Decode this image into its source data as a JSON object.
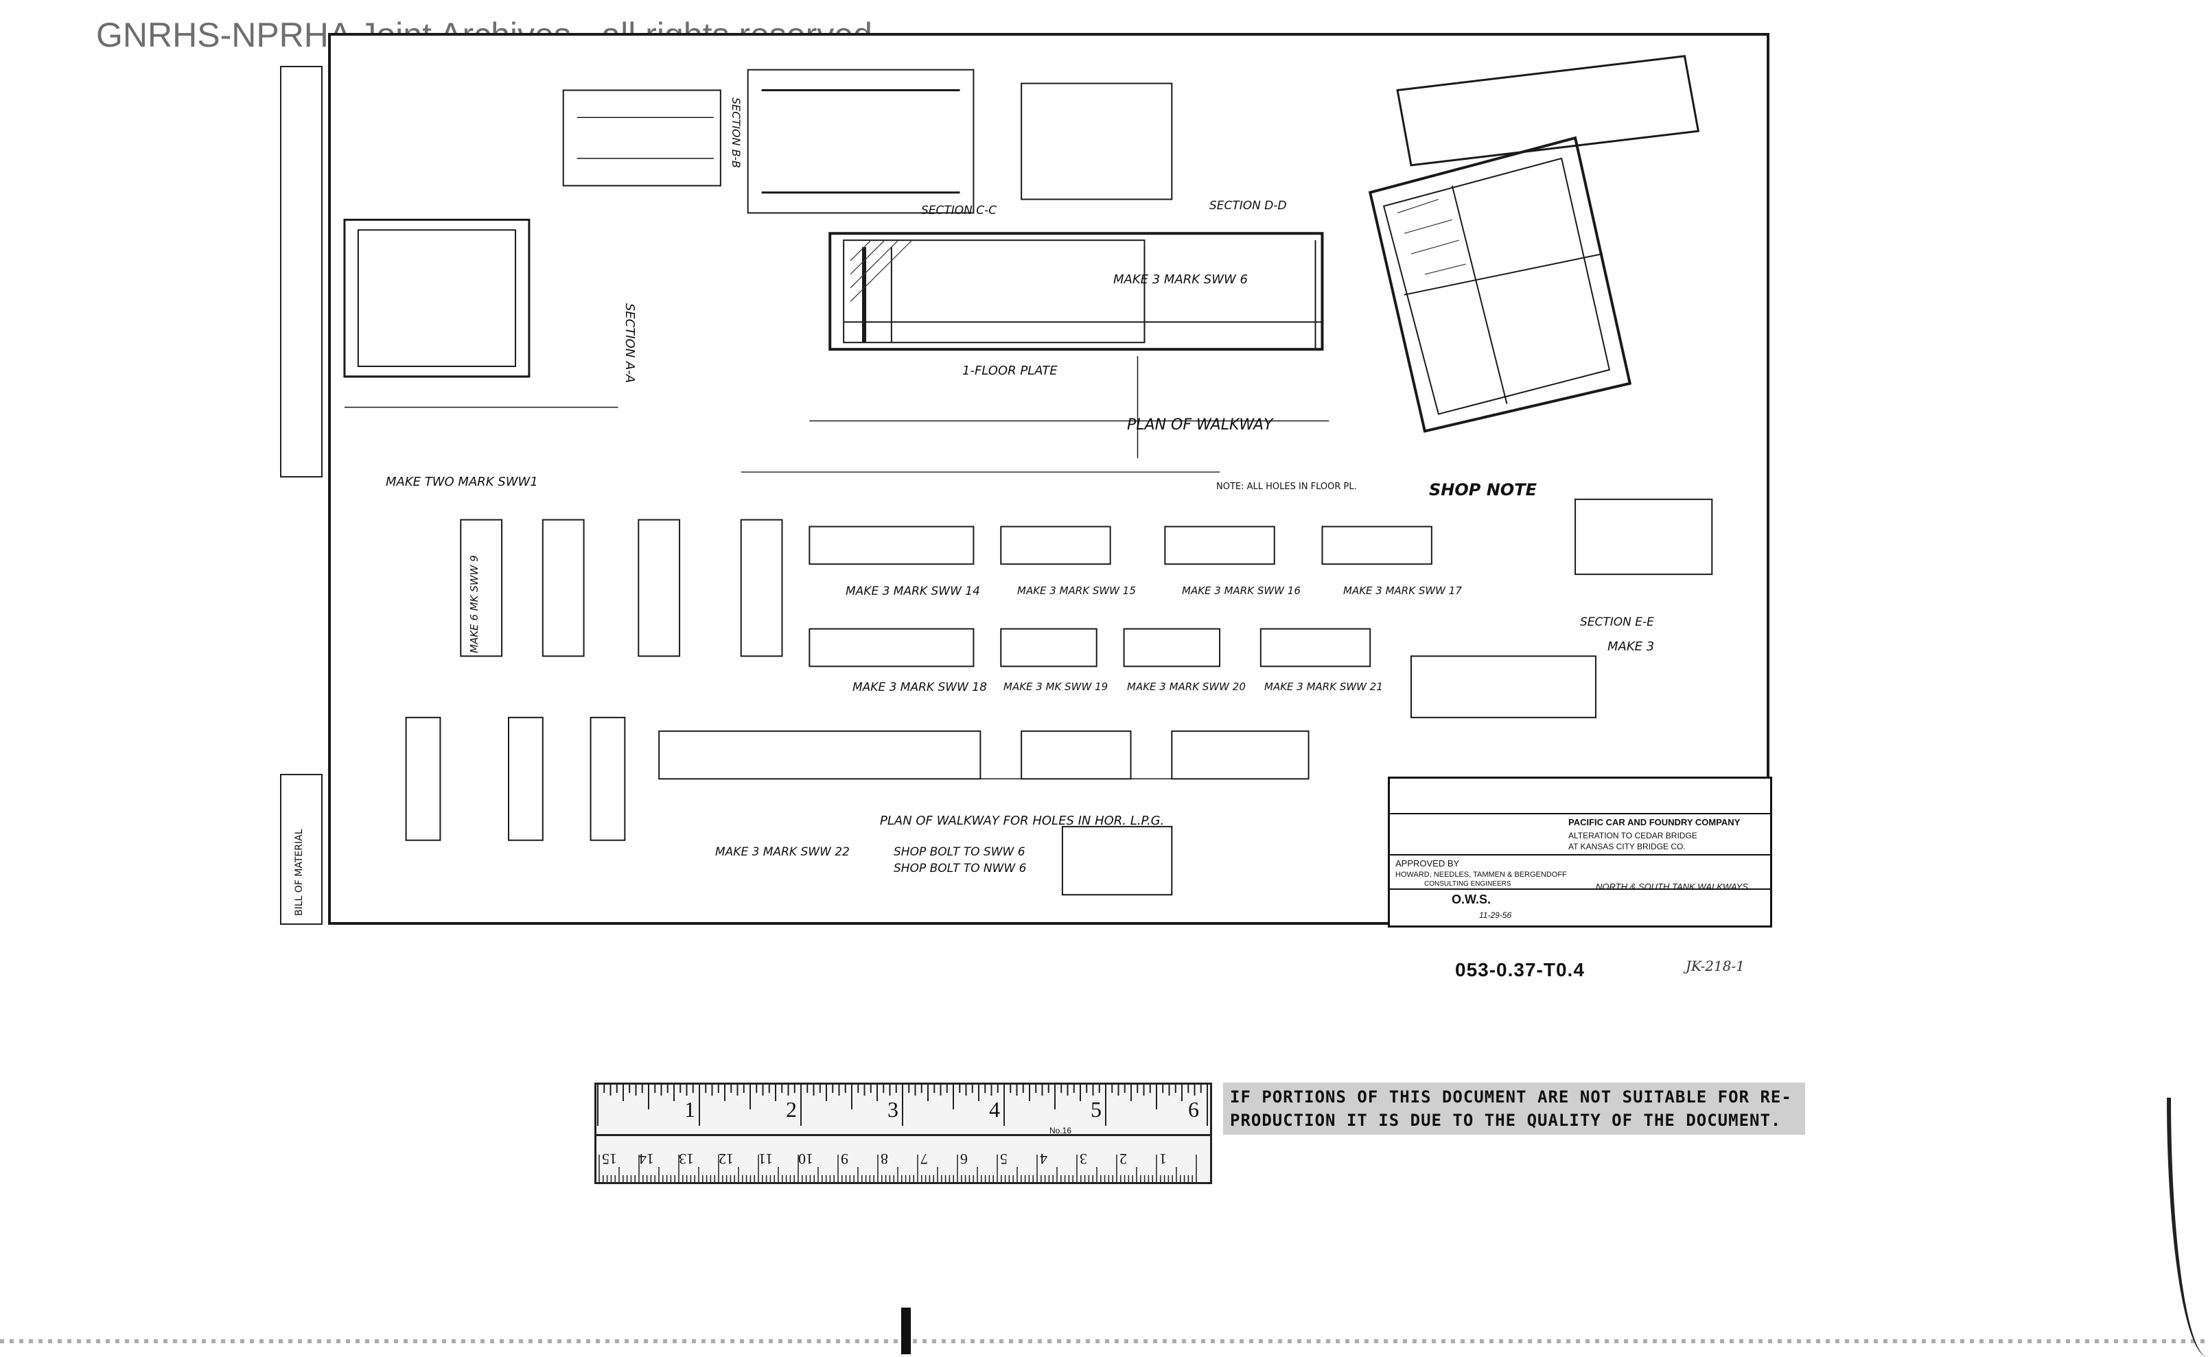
{
  "watermark": "GNRHS-NPRHA Joint Archives - all rights reserved",
  "drawing": {
    "labels": {
      "plan_of_walkway": "PLAN OF WALKWAY",
      "floor_plate": "1-FLOOR PLATE",
      "section_a": "SECTION A-A",
      "section_b": "SECTION B-B",
      "section_c": "SECTION C-C",
      "section_d": "SECTION D-D",
      "section_e": "SECTION E-E",
      "shop_note": "SHOP NOTE",
      "note": "NOTE: ALL HOLES IN FLOOR PL.",
      "plan_holes": "PLAN OF WALKWAY FOR HOLES IN HOR. L.P.G.",
      "make_two": "MAKE TWO MARK SWW1",
      "make_sww6": "MAKE 3 MARK SWW 6",
      "make_sww14": "MAKE 3 MARK SWW 14",
      "make_sww15": "MAKE 3 MARK SWW 15",
      "make_sww16": "MAKE 3 MARK SWW 16",
      "make_sww17": "MAKE 3 MARK SWW 17",
      "make_sww18": "MAKE 3 MARK SWW 18",
      "make_sww19": "MAKE 3 MK SWW 19",
      "make_sww20": "MAKE 3 MARK SWW 20",
      "make_sww21": "MAKE 3 MARK SWW 21",
      "make_sww22": "MAKE 3 MARK SWW 22",
      "shop_bolt": "SHOP BOLT TO SWW 6",
      "shop_bolt_2": "SHOP BOLT TO NWW 6",
      "make_3": "MAKE 3",
      "make_6": "MAKE 6 MK SWW 9"
    },
    "title_block": {
      "company": "PACIFIC CAR AND FOUNDRY COMPANY",
      "line1": "ALTERATION TO CEDAR BRIDGE",
      "line2": "AT KANSAS CITY BRIDGE CO.",
      "approved": "APPROVED BY",
      "engineers": "HOWARD, NEEDLES, TAMMEN & BERGENDOFF",
      "consulting": "CONSULTING ENGINEERS",
      "ows": "O.W.S.",
      "walkway": "NORTH & SOUTH TANK WALKWAYS",
      "date": "11-29-56"
    }
  },
  "drawing_number": "053-0.37-T0.4",
  "reference_number": "JK-218-1",
  "ruler": {
    "top_numbers": [
      "1",
      "2",
      "3",
      "4",
      "5",
      "6"
    ],
    "bottom_numbers": [
      "15",
      "14",
      "13",
      "12",
      "11",
      "10",
      "9",
      "8",
      "7",
      "6",
      "5",
      "4",
      "3",
      "2",
      "1"
    ],
    "maker_mark": "No.16"
  },
  "notice": {
    "line1": "IF PORTIONS OF THIS DOCUMENT ARE NOT SUITABLE FOR RE-",
    "line2": "PRODUCTION IT IS DUE TO THE QUALITY OF THE DOCUMENT."
  },
  "left_strip_label": "BILL OF MATERIAL"
}
